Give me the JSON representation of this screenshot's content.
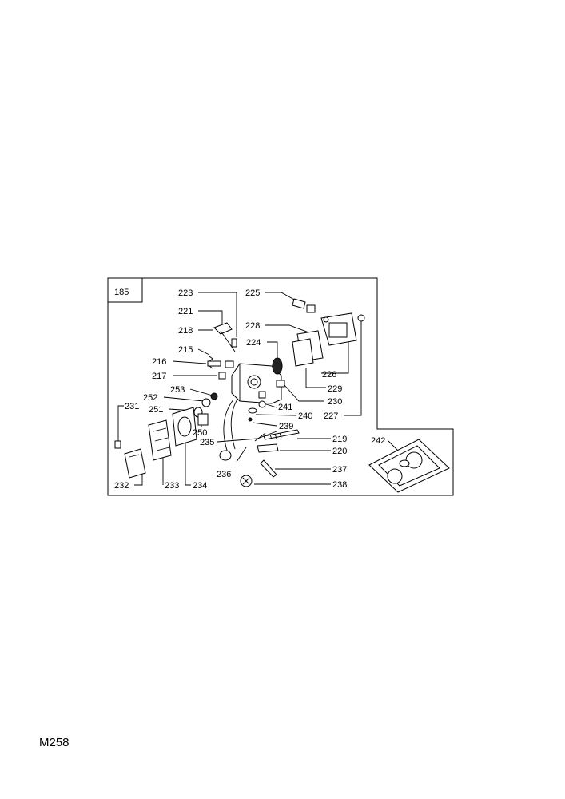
{
  "diagram": {
    "group_number": "185",
    "parts": [
      "223",
      "225",
      "221",
      "218",
      "228",
      "215",
      "224",
      "216",
      "217",
      "226",
      "229",
      "253",
      "230",
      "252",
      "231",
      "251",
      "241",
      "240",
      "227",
      "250",
      "239",
      "235",
      "219",
      "242",
      "220",
      "236",
      "237",
      "232",
      "233",
      "234",
      "238"
    ]
  },
  "footer": {
    "page_code": "M258"
  }
}
